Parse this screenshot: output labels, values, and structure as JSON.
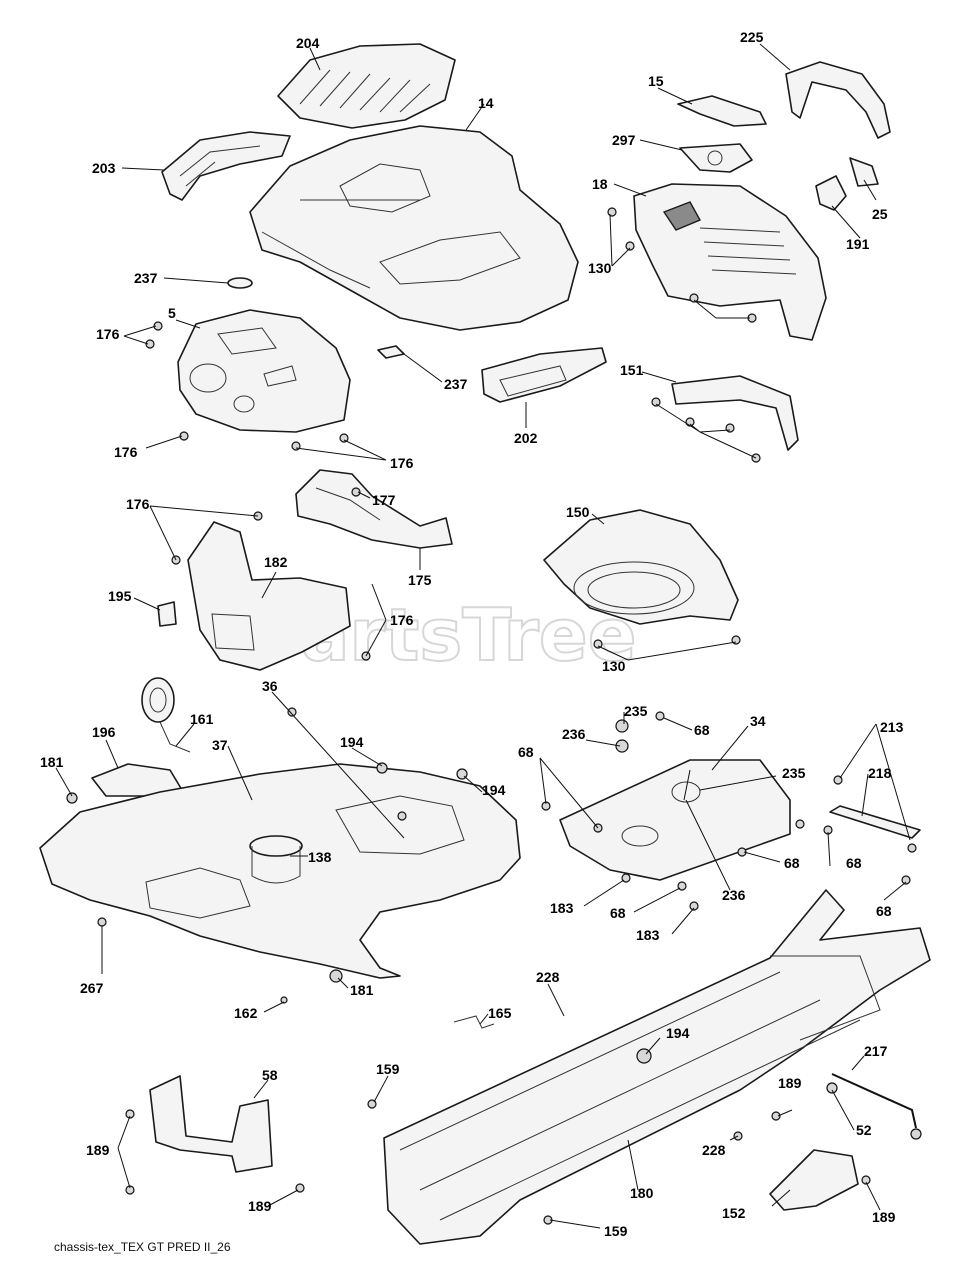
{
  "watermark": "PartsTree",
  "footer_code": "chassis-tex_TEX GT PRED II_26",
  "callouts": [
    "204",
    "14",
    "15",
    "225",
    "297",
    "203",
    "18",
    "25",
    "191",
    "237",
    "130",
    "176",
    "5",
    "237",
    "202",
    "151",
    "176",
    "176",
    "177",
    "176",
    "150",
    "182",
    "175",
    "195",
    "176",
    "130",
    "36",
    "161",
    "196",
    "37",
    "194",
    "181",
    "194",
    "138",
    "235",
    "236",
    "68",
    "34",
    "213",
    "68",
    "235",
    "218",
    "68",
    "236",
    "68",
    "183",
    "68",
    "183",
    "68",
    "267",
    "228",
    "162",
    "181",
    "165",
    "194",
    "217",
    "159",
    "58",
    "189",
    "189",
    "52",
    "228",
    "189",
    "180",
    "152",
    "159",
    "189"
  ]
}
